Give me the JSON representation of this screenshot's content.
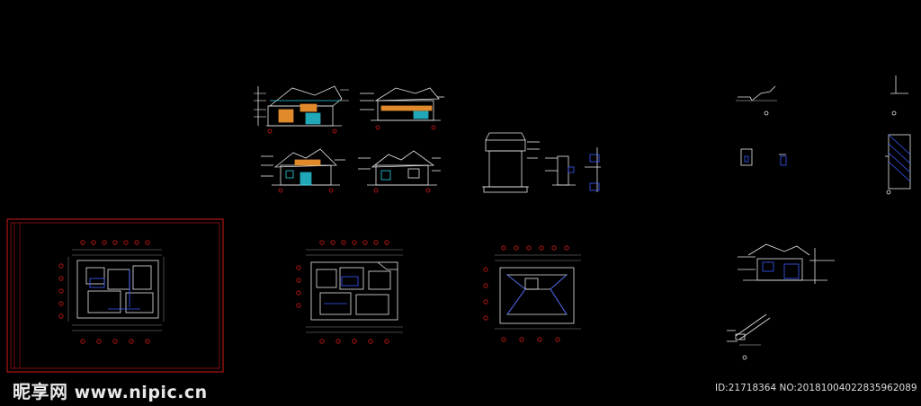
{
  "viewport": {
    "background": "#000000"
  },
  "colors": {
    "line_white": "#e6e6e6",
    "line_blue": "#3a5bff",
    "line_cyan": "#29d3e6",
    "line_red": "#d01818",
    "fill_orange": "#e08a2c",
    "line_grey": "#8a8a8a"
  },
  "drawings": [
    {
      "name": "elevation-front"
    },
    {
      "name": "elevation-side"
    },
    {
      "name": "elevation-rear"
    },
    {
      "name": "elevation-left"
    },
    {
      "name": "column-detail"
    },
    {
      "name": "node-detail-a"
    },
    {
      "name": "node-detail-b"
    },
    {
      "name": "stair-detail"
    },
    {
      "name": "wall-detail"
    },
    {
      "name": "ground-floor-plan-framed"
    },
    {
      "name": "upper-floor-plan"
    },
    {
      "name": "roof-plan"
    },
    {
      "name": "section"
    },
    {
      "name": "eave-detail"
    }
  ],
  "watermark": {
    "brand": "昵享网",
    "site": "www.nipic.cn"
  },
  "image_id": "ID:21718364 NO:20181004022835962089"
}
